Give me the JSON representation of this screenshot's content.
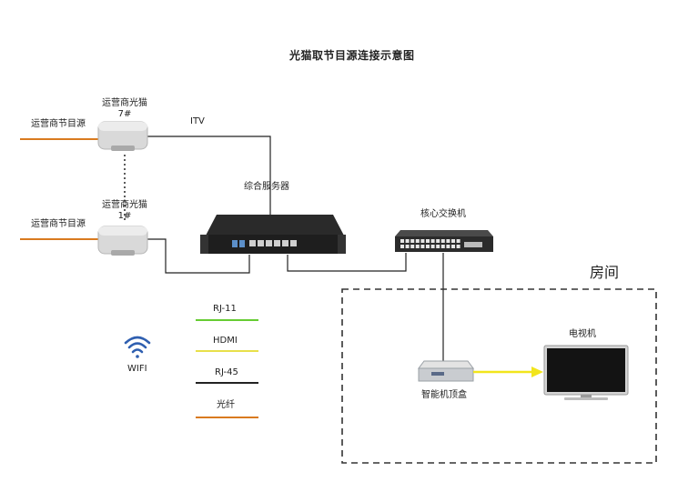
{
  "title": "光猫取节目源连接示意图",
  "operator_source_top": "运营商节目源",
  "operator_source_bottom": "运营商节目源",
  "onu_top": {
    "line1": "运营商光猫",
    "line2": "7#"
  },
  "onu_bottom": {
    "line1": "运营商光猫",
    "line2": "1#"
  },
  "itv_label": "ITV",
  "server_label": "综合服务器",
  "switch_label": "核心交换机",
  "room_label": "房间",
  "tv_label": "电视机",
  "stb_label": "智能机顶盒",
  "wifi_label": "WIFI",
  "legend": [
    {
      "label": "RJ-11",
      "color": "#66cc33"
    },
    {
      "label": "HDMI",
      "color": "#e8e04a"
    },
    {
      "label": "RJ-45",
      "color": "#222222"
    },
    {
      "label": "光纤",
      "color": "#d97a1f"
    }
  ],
  "colors": {
    "fiber": "#d97a1f",
    "hdmi_arrow": "#f2e51c",
    "wifi": "#2f5fb0",
    "room_border": "#333333"
  }
}
